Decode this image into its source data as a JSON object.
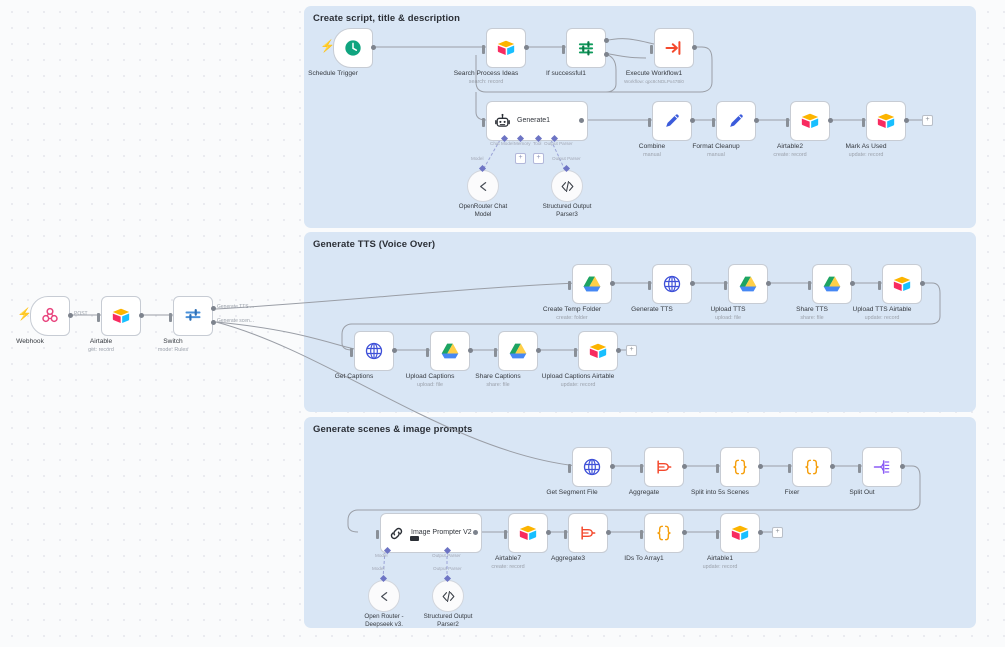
{
  "app": {
    "name": "n8n-workflow-canvas",
    "background_color": "#fafbfc",
    "panel_color": "#d9e6f5",
    "edge_color": "#9a9ea6",
    "ai_edge_color": "#9aa2d6"
  },
  "panels": [
    {
      "title": "Create script, title & description"
    },
    {
      "title": "Generate TTS (Voice Over)"
    },
    {
      "title": "Generate scenes & image prompts"
    }
  ],
  "entry": {
    "webhook": {
      "label": "Webhook",
      "sub": "",
      "port_label": "POST",
      "icon": "webhook-icon"
    },
    "airtable": {
      "label": "Airtable",
      "sub": "get: record",
      "icon": "airtable-icon"
    },
    "switch": {
      "label": "Switch",
      "sub": "mode: Rules",
      "icon": "switch-icon",
      "outputs": [
        "Generate TTS ...",
        "Generate scen..."
      ]
    }
  },
  "section1": {
    "nodes": [
      {
        "label": "Schedule Trigger",
        "sub": "",
        "icon": "clock-icon"
      },
      {
        "label": "Search Process Ideas",
        "sub": "search: record",
        "icon": "airtable-icon"
      },
      {
        "label": "If successful1",
        "sub": "",
        "icon": "filter-icon"
      },
      {
        "label": "Execute Workflow1",
        "sub": "Workflow: qpc8cNDLPx47Bl0",
        "icon": "execute-workflow-icon"
      },
      {
        "label": "Generate1",
        "sub": "",
        "icon": "robot-icon"
      },
      {
        "label": "Combine",
        "sub": "manual",
        "icon": "edit-icon"
      },
      {
        "label": "Format Cleanup",
        "sub": "manual",
        "icon": "edit-icon"
      },
      {
        "label": "Airtable2",
        "sub": "create: record",
        "icon": "airtable-icon"
      },
      {
        "label": "Mark As Used",
        "sub": "update: record",
        "icon": "airtable-icon"
      }
    ],
    "sub_nodes": [
      {
        "label": "OpenRouter Chat Model",
        "icon": "openrouter-icon",
        "port_label": "Model"
      },
      {
        "label": "Structured Output Parser3",
        "icon": "code-brackets-icon",
        "port_label": "Output Parser"
      }
    ],
    "agent_ports": [
      "Chat Model",
      "Memory",
      "Tool",
      "Output Parser"
    ]
  },
  "section2": {
    "row_top": [
      {
        "label": "Create Temp Folder",
        "sub": "create: folder",
        "icon": "google-drive-icon"
      },
      {
        "label": "Generate TTS",
        "sub": "",
        "icon": "globe-icon"
      },
      {
        "label": "Upload TTS",
        "sub": "upload: file",
        "icon": "google-drive-icon"
      },
      {
        "label": "Share TTS",
        "sub": "share: file",
        "icon": "google-drive-icon"
      },
      {
        "label": "Upload TTS Airtable",
        "sub": "update: record",
        "icon": "airtable-icon"
      }
    ],
    "row_bottom": [
      {
        "label": "Get Captions",
        "sub": "",
        "icon": "globe-icon"
      },
      {
        "label": "Upload Captions",
        "sub": "upload: file",
        "icon": "google-drive-icon"
      },
      {
        "label": "Share Captions",
        "sub": "share: file",
        "icon": "google-drive-icon"
      },
      {
        "label": "Upload Captions Airtable",
        "sub": "update: record",
        "icon": "airtable-icon"
      }
    ]
  },
  "section3": {
    "row_top": [
      {
        "label": "Get Segment File",
        "sub": "",
        "icon": "globe-icon"
      },
      {
        "label": "Aggregate",
        "sub": "",
        "icon": "aggregate-icon"
      },
      {
        "label": "Split into 5s Scenes",
        "sub": "",
        "icon": "code-icon"
      },
      {
        "label": "Fixer",
        "sub": "",
        "icon": "code-icon"
      },
      {
        "label": "Split Out",
        "sub": "",
        "icon": "split-out-icon"
      }
    ],
    "row_bottom": [
      {
        "label": "Image Prompter V2",
        "sub": "",
        "icon": "chain-icon"
      },
      {
        "label": "Airtable7",
        "sub": "create: record",
        "icon": "airtable-icon"
      },
      {
        "label": "Aggregate3",
        "sub": "",
        "icon": "aggregate-icon"
      },
      {
        "label": "IDs To Array1",
        "sub": "",
        "icon": "code-icon"
      },
      {
        "label": "Airtable1",
        "sub": "update: record",
        "icon": "airtable-icon"
      }
    ],
    "sub_nodes": [
      {
        "label": "Open Router - Deepseek v3.",
        "icon": "openrouter-icon",
        "port_label": "Model"
      },
      {
        "label": "Structured Output Parser2",
        "icon": "code-brackets-icon",
        "port_label": "Output Parser"
      }
    ]
  },
  "stub_plus": "+"
}
